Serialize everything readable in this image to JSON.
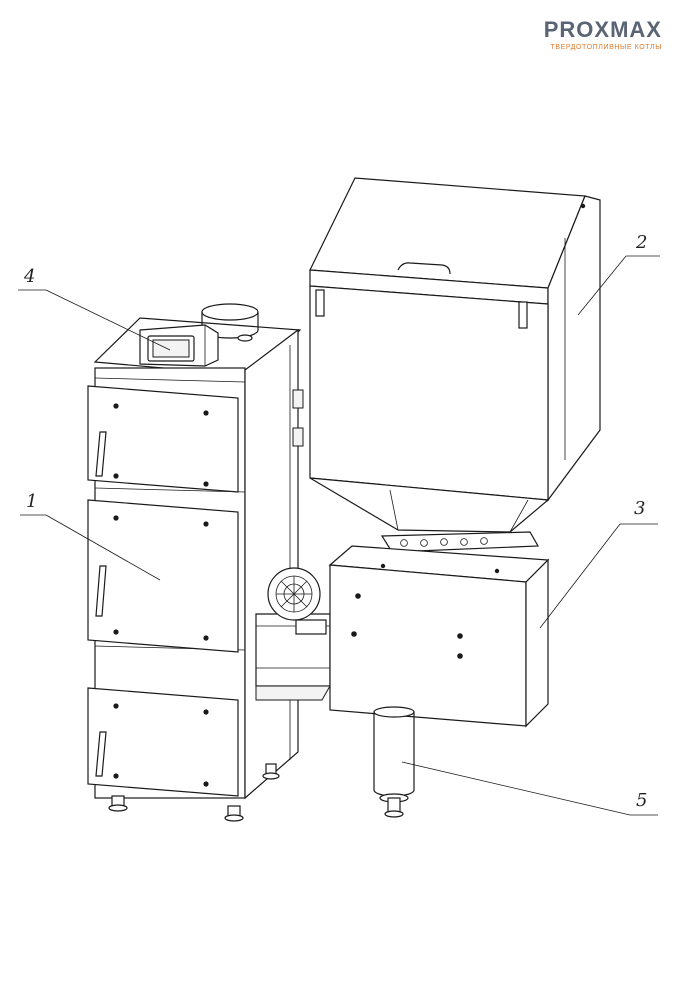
{
  "logo": {
    "brand": "PROXMAX",
    "subtitle": "ТВЕРДОТОПЛИВНЫЕ КОТЛЫ",
    "accent_color": "#e07a2a",
    "text_color": "#5b6475"
  },
  "callouts": [
    {
      "label": "1"
    },
    {
      "label": "2"
    },
    {
      "label": "3"
    },
    {
      "label": "4"
    },
    {
      "label": "5"
    }
  ]
}
